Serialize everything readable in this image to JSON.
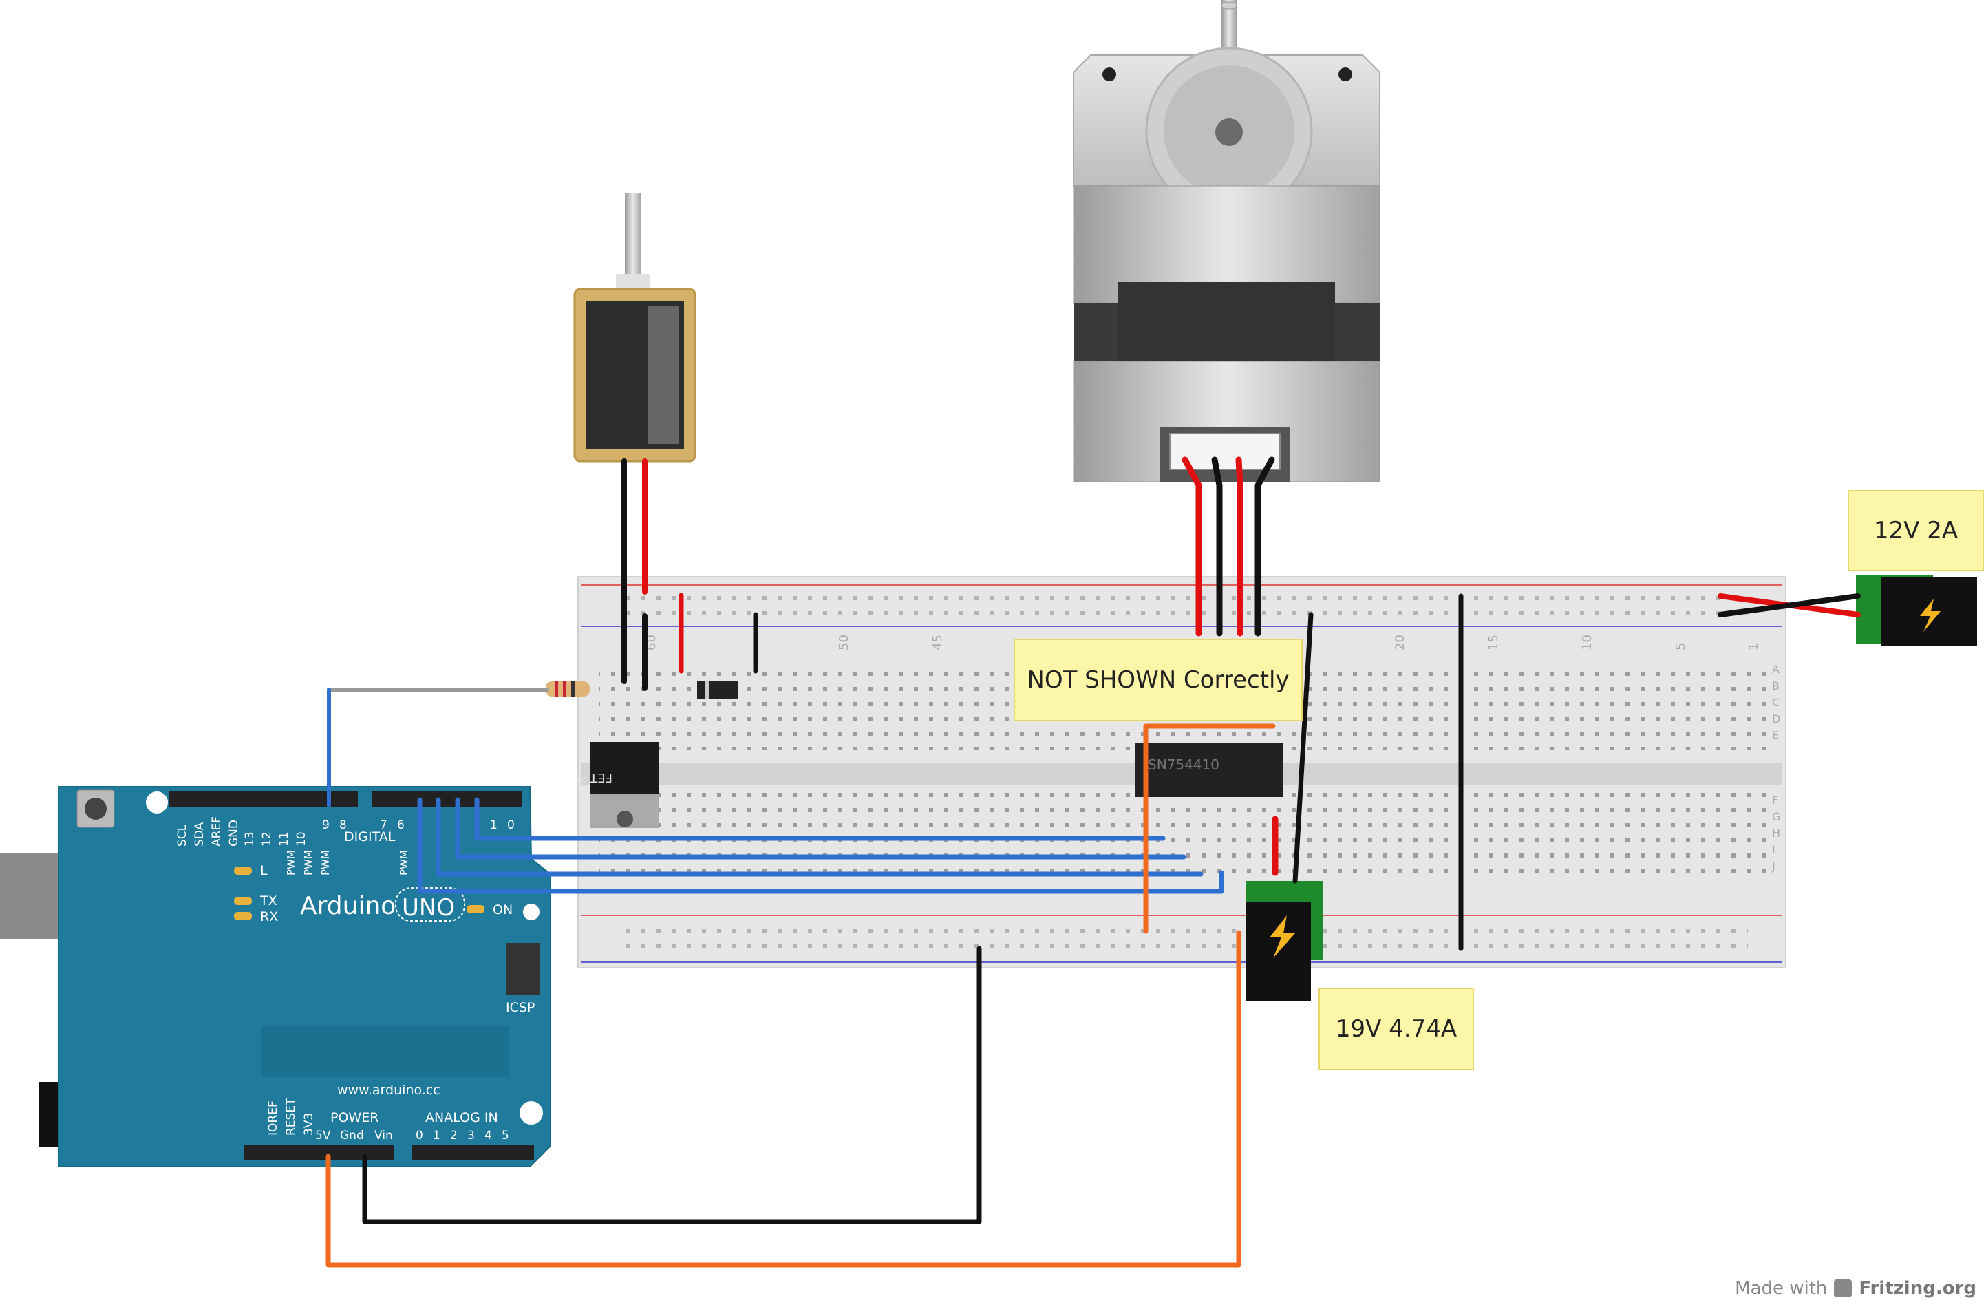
{
  "notes": {
    "supply_12v": "12V 2A",
    "supply_19v": "19V 4.74A",
    "warning": "NOT SHOWN Correctly"
  },
  "arduino": {
    "brand": "Arduino",
    "model": "UNO",
    "url": "www.arduino.cc",
    "digital_label": "DIGITAL",
    "pin_labels_top": [
      "SCL",
      "SDA",
      "AREF",
      "GND"
    ],
    "pin_numbers_top": [
      "13",
      "12",
      "11",
      "10",
      "9",
      "8",
      "7",
      "6"
    ],
    "tx": "TX",
    "rx": "RX",
    "led_l": "L",
    "on": "ON",
    "icsp": "ICSP",
    "power_label": "POWER",
    "analog_label": "ANALOG IN",
    "power_pins": [
      "IOREF",
      "RESET",
      "3V3",
      "5V",
      "Gnd",
      "Vin"
    ],
    "analog_pins": [
      "0",
      "1",
      "2",
      "3",
      "4",
      "5"
    ],
    "pwm": "PWM",
    "tx_rx_pins": [
      "1",
      "0"
    ]
  },
  "breadboard": {
    "col_numbers": [
      "60",
      "50",
      "45",
      "20",
      "15",
      "10",
      "5",
      "1"
    ],
    "row_letters_top": [
      "A",
      "B",
      "C",
      "D",
      "E"
    ],
    "row_letters_bottom": [
      "F",
      "G",
      "H",
      "I",
      "J"
    ]
  },
  "components": {
    "ic_label": "SN754410",
    "fet_label": "FET N"
  },
  "footer": {
    "made_with": "Made with",
    "brand": "Fritzing.org"
  },
  "colors": {
    "arduino_blue": "#1f7a9c",
    "wire_red": "#e01010",
    "wire_black": "#111111",
    "wire_blue": "#2f6fcf",
    "wire_orange": "#ef6a1f",
    "wire_gray": "#999999",
    "note_yellow": "#fbf6a8",
    "breadboard": "#e8e8e8"
  }
}
